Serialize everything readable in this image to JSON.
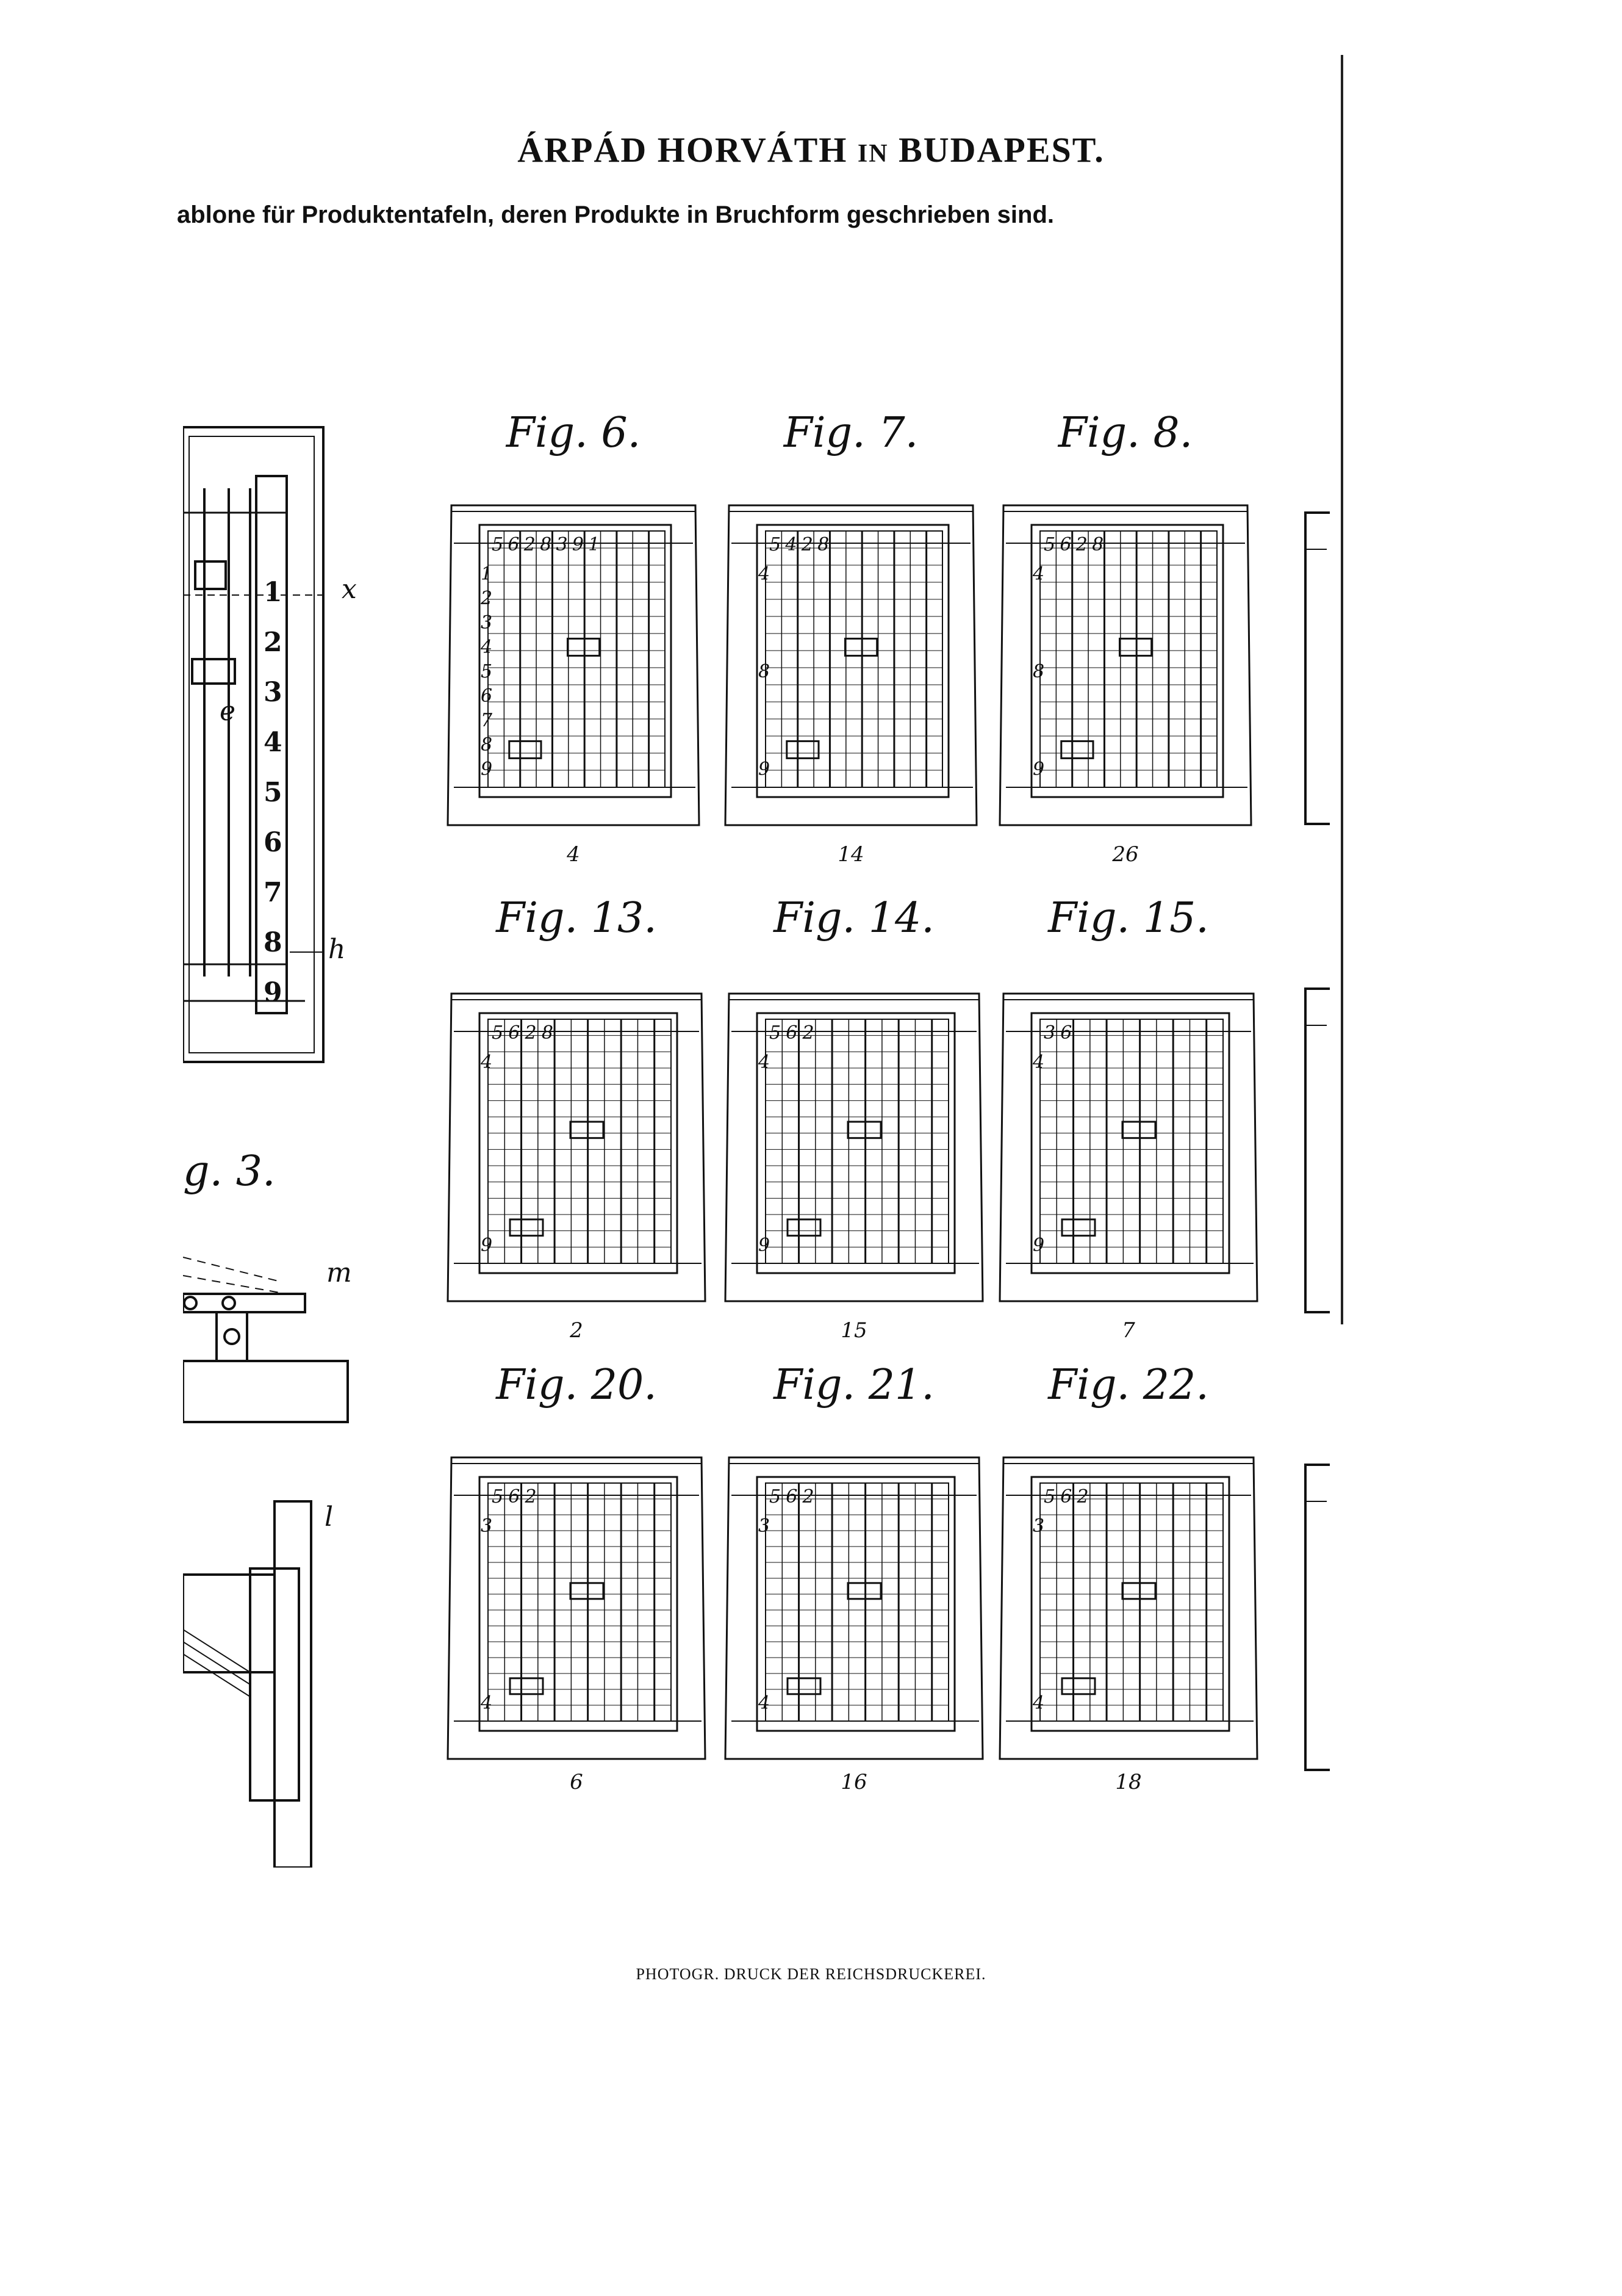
{
  "header": {
    "title_main": "ÁRPÁD HORVÁTH",
    "title_small": "IN",
    "title_city": "BUDAPEST.",
    "subtitle": "ablone für Produktentafeln, deren Produkte in Bruchform geschrieben sind."
  },
  "footer": "PHOTOGR. DRUCK DER REICHSDRUCKEREI.",
  "left_drawing": {
    "scale_digits": [
      "1",
      "2",
      "3",
      "4",
      "5",
      "6",
      "7",
      "8",
      "9"
    ],
    "letters": {
      "x": "x",
      "h": "h",
      "e": "e",
      "m": "m",
      "l": "l"
    },
    "fig3_label": "g. 3."
  },
  "figures": [
    {
      "label": "Fig. 6.",
      "number": "4",
      "top_digits": [
        "5",
        "6",
        "2",
        "8",
        "3",
        "9",
        "1"
      ],
      "side_digits": [
        "1",
        "2",
        "3",
        "4",
        "5",
        "6",
        "7",
        "8",
        "9"
      ]
    },
    {
      "label": "Fig. 7.",
      "number": "14",
      "top_digits": [
        "5",
        "4",
        "2",
        "8"
      ],
      "side_digits": [
        "4",
        "8",
        "9"
      ]
    },
    {
      "label": "Fig. 8.",
      "number": "26",
      "top_digits": [
        "5",
        "6",
        "2",
        "8"
      ],
      "side_digits": [
        "4",
        "8",
        "9"
      ]
    },
    {
      "label": "Fig. 13.",
      "number": "2",
      "top_digits": [
        "5",
        "6",
        "2",
        "8"
      ],
      "side_digits": [
        "4",
        "9"
      ]
    },
    {
      "label": "Fig. 14.",
      "number": "15",
      "top_digits": [
        "5",
        "6",
        "2"
      ],
      "side_digits": [
        "4",
        "9"
      ]
    },
    {
      "label": "Fig. 15.",
      "number": "7",
      "top_digits": [
        "3",
        "6"
      ],
      "side_digits": [
        "4",
        "9"
      ]
    },
    {
      "label": "Fig. 20.",
      "number": "6",
      "top_digits": [
        "5",
        "6",
        "2"
      ],
      "side_digits": [
        "3",
        "4"
      ]
    },
    {
      "label": "Fig. 21.",
      "number": "16",
      "top_digits": [
        "5",
        "6",
        "2"
      ],
      "side_digits": [
        "3",
        "4"
      ]
    },
    {
      "label": "Fig. 22.",
      "number": "18",
      "top_digits": [
        "5",
        "6",
        "2"
      ],
      "side_digits": [
        "3",
        "4"
      ]
    }
  ]
}
